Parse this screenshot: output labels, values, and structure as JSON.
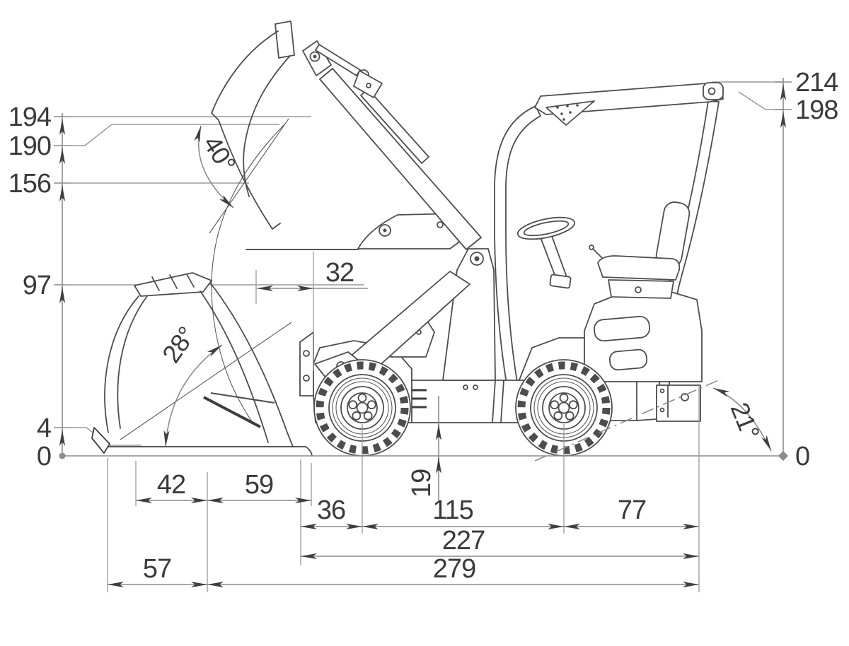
{
  "diagram": {
    "subject": "compact articulated wheel loader dimensional side view",
    "left_scale": {
      "v194": "194",
      "v190": "190",
      "v156": "156",
      "v97": "97",
      "v4": "4",
      "v0": "0"
    },
    "right_scale": {
      "v214": "214",
      "v198": "198",
      "v0": "0"
    },
    "angles": {
      "dump": "40°",
      "rollback": "28°",
      "departure": "21°"
    },
    "reach": {
      "v32": "32"
    },
    "clearance": {
      "v19": "19"
    },
    "lengths": {
      "v42": "42",
      "v59": "59",
      "v36": "36",
      "v115": "115",
      "v77": "77",
      "v227": "227",
      "v57": "57",
      "v279": "279"
    }
  }
}
